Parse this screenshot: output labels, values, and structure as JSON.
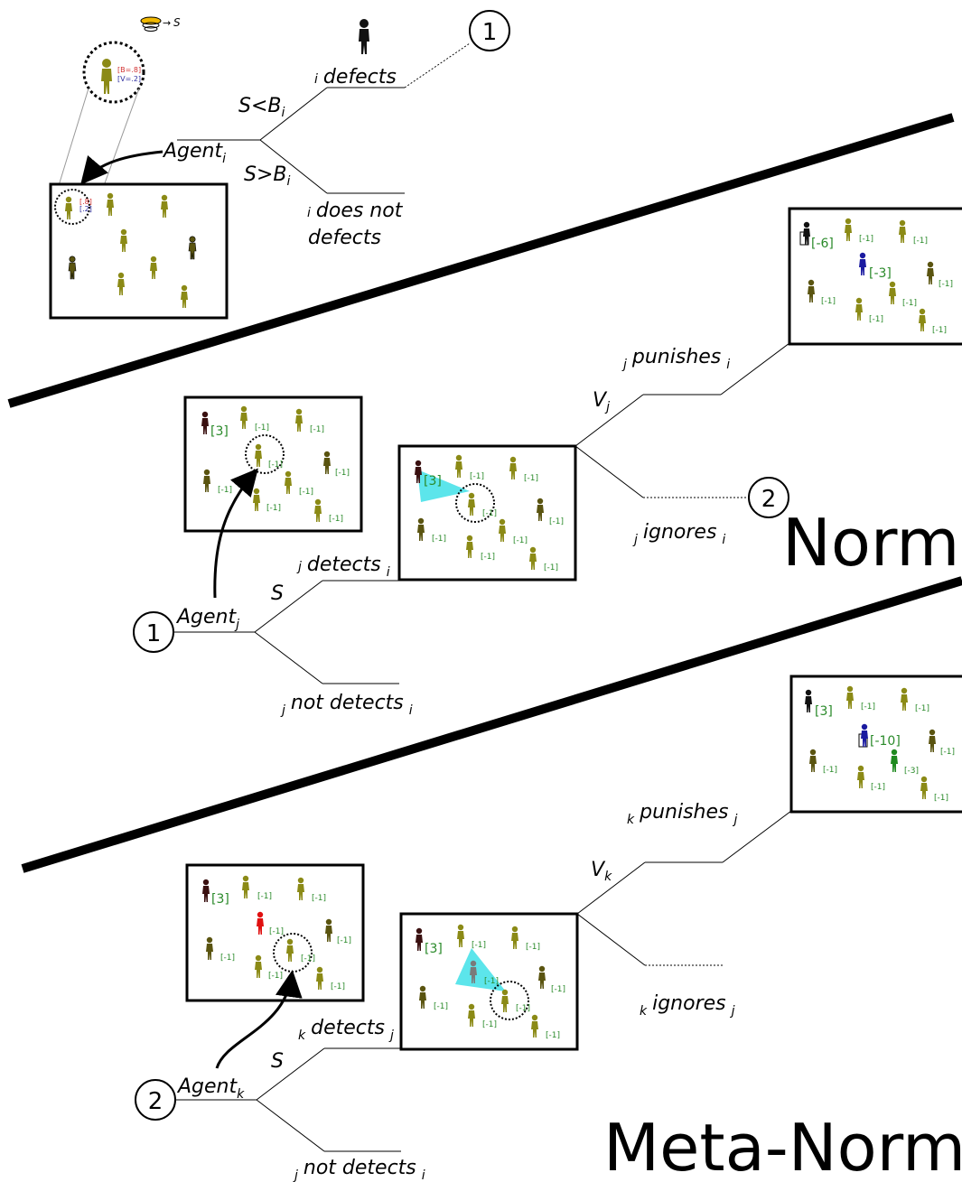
{
  "sections": {
    "norm_title": "Norm",
    "meta_norm_title": "Meta-Norm"
  },
  "top": {
    "seed_label": "S",
    "agent_label": "Agent",
    "agent_sub": "i",
    "cond_lt": "S<B",
    "cond_lt_sub": "i",
    "cond_gt": "S>B",
    "cond_gt_sub": "i",
    "defects_prefix": "i",
    "defects": "defects",
    "not_defects_prefix": "i",
    "not_defects_line1": "does not",
    "not_defects_line2": "defects",
    "node1": "1",
    "zoom_b": "[B=.8]",
    "zoom_v": "[V=.2]",
    "box_b": "[.8]",
    "box_v": "[.2]"
  },
  "norm": {
    "node_in": "1",
    "agent_label": "Agent",
    "agent_sub": "j",
    "cond_s": "S",
    "detects_pre": "j",
    "detects": "detects",
    "detects_post": "i",
    "not_detects_pre": "j",
    "not_detects": "not detects",
    "not_detects_post": "i",
    "cond_v": "V",
    "cond_v_sub": "j",
    "punishes_pre": "j",
    "punishes": "punishes",
    "punishes_post": "i",
    "ignores_pre": "j",
    "ignores": "ignores",
    "ignores_post": "i",
    "node2": "2",
    "score_pos": "[3]",
    "score_neg": "[-1]",
    "punish_defector": "[-6]",
    "punish_punisher": "[-3]"
  },
  "meta": {
    "node_in": "2",
    "agent_label": "Agent",
    "agent_sub": "k",
    "cond_s": "S",
    "detects_pre": "k",
    "detects": "detects",
    "detects_post": "j",
    "not_detects_pre": "j",
    "not_detects": "not detects",
    "not_detects_post": "i",
    "cond_v": "V",
    "cond_v_sub": "k",
    "punishes_pre": "k",
    "punishes": "punishes",
    "punishes_post": "j",
    "ignores_pre": "k",
    "ignores": "ignores",
    "ignores_post": "j",
    "score_pos": "[3]",
    "score_neg": "[-1]",
    "punish_ignorer": "[-10]",
    "punish_meta": "[-3]"
  },
  "colors": {
    "agent": "#8b8a16",
    "agent_dark": "#5a5410",
    "defector": "#3a1010",
    "blue_agent": "#1a1aa0",
    "green_agent": "#1f8a1f",
    "red_agent": "#e01010",
    "vision_cone": "#40e0e8",
    "score_green": "#2a8a2a"
  }
}
